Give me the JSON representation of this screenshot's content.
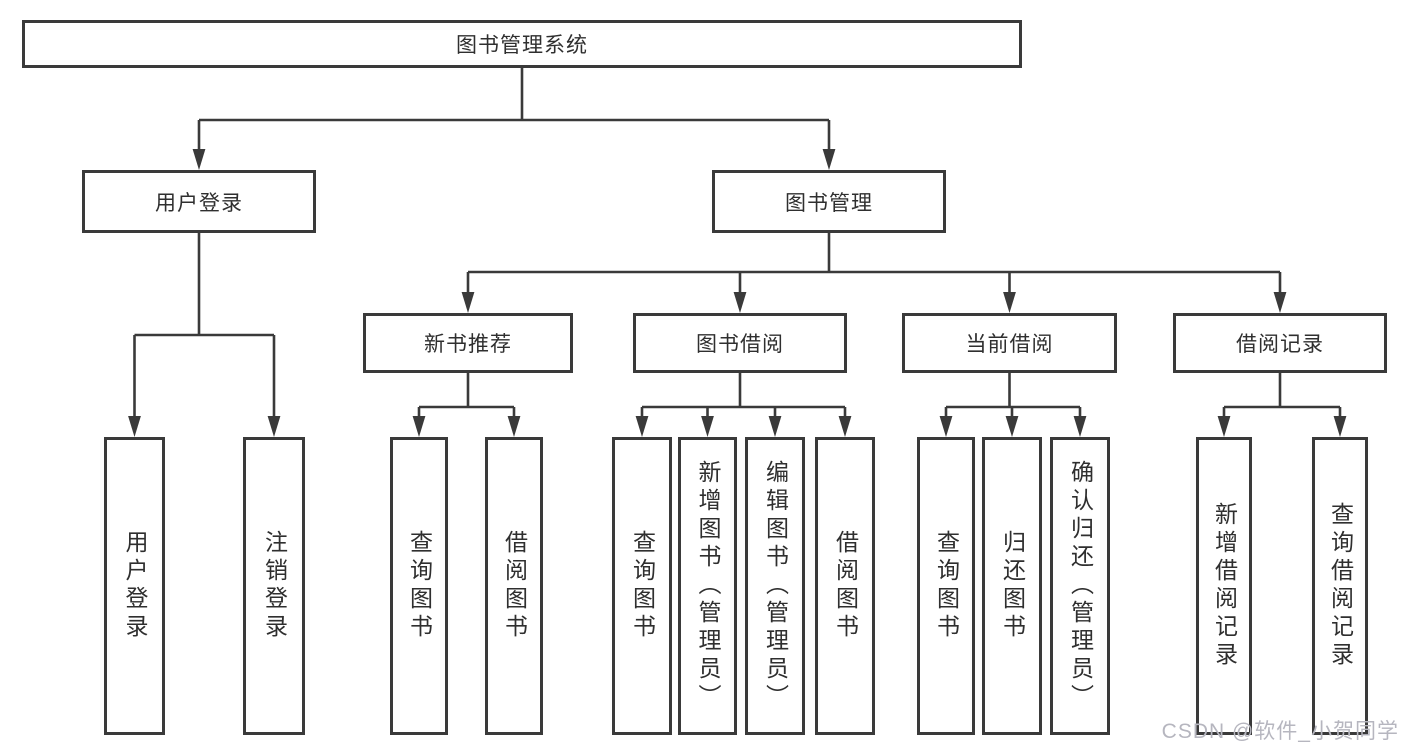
{
  "diagram": {
    "title": "图书管理系统",
    "branches": [
      {
        "label": "用户登录",
        "children": [
          {
            "label": "用户登录"
          },
          {
            "label": "注销登录"
          }
        ]
      },
      {
        "label": "图书管理",
        "children": [
          {
            "label": "新书推荐",
            "children": [
              {
                "label": "查询图书"
              },
              {
                "label": "借阅图书"
              }
            ]
          },
          {
            "label": "图书借阅",
            "children": [
              {
                "label": "查询图书"
              },
              {
                "label": "新增图书（管理员）"
              },
              {
                "label": "编辑图书（管理员）"
              },
              {
                "label": "借阅图书"
              }
            ]
          },
          {
            "label": "当前借阅",
            "children": [
              {
                "label": "查询图书"
              },
              {
                "label": "归还图书"
              },
              {
                "label": "确认归还（管理员）"
              }
            ]
          },
          {
            "label": "借阅记录",
            "children": [
              {
                "label": "新增借阅记录"
              },
              {
                "label": "查询借阅记录"
              }
            ]
          }
        ]
      }
    ]
  },
  "watermark": {
    "text": "CSDN @软件_小贺同学"
  },
  "colors": {
    "line": "#3a3a3a",
    "box_border": "#3a3a3a",
    "text": "#2f2f2f",
    "watermark": "#b6b6bf",
    "background": "#ffffff"
  }
}
